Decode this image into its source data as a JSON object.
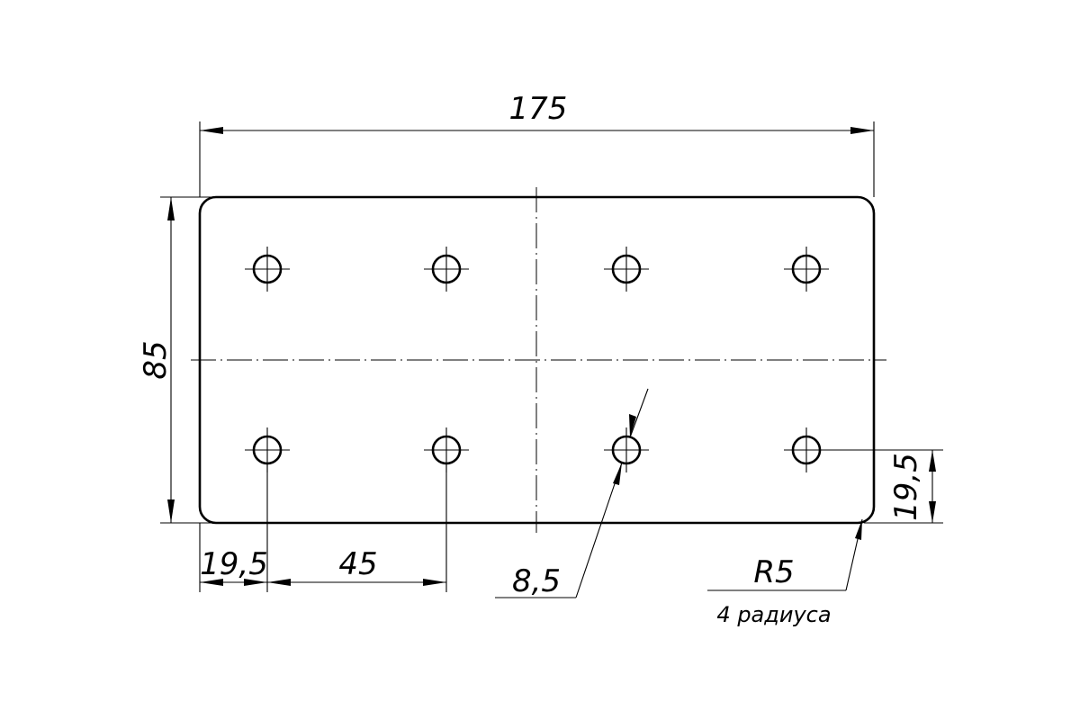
{
  "dimensions": {
    "overall_width": "175",
    "overall_height": "85",
    "edge_offset_left": "19,5",
    "hole_spacing": "45",
    "edge_offset_bottom": "19,5",
    "hole_diameter": "8,5",
    "corner_radius": "R5",
    "corner_radius_note": "4 радиуса"
  },
  "colors": {
    "line": "#000000",
    "background": "#ffffff"
  }
}
